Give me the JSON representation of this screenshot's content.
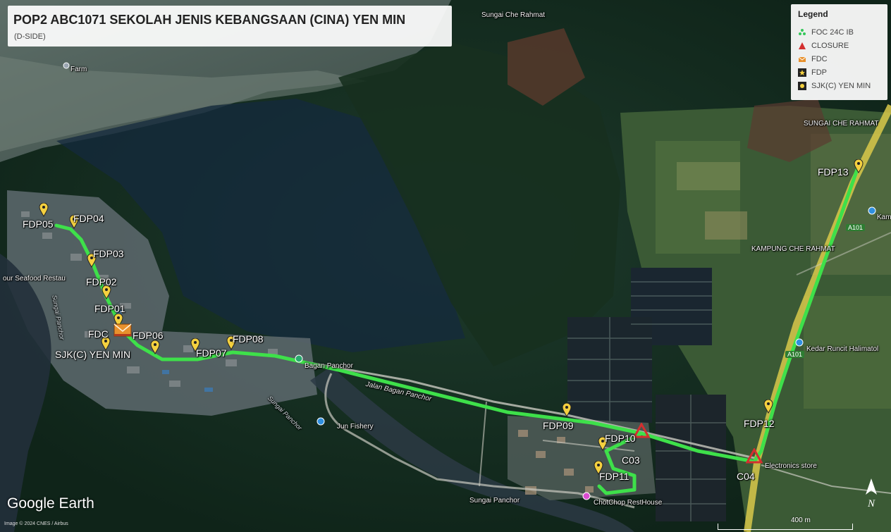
{
  "title": "POP2 ABC1071 SEKOLAH JENIS KEBANGSAAN (CINA) YEN MIN",
  "subtitle": "(D-SIDE)",
  "legend": {
    "heading": "Legend",
    "items": [
      {
        "label": "FOC 24C IB",
        "icon": "cable-icon",
        "color": "#34c759"
      },
      {
        "label": "CLOSURE",
        "icon": "triangle-icon",
        "color": "#d32f2f"
      },
      {
        "label": "FDC",
        "icon": "envelope-icon",
        "color": "#e8912d"
      },
      {
        "label": "FDP",
        "icon": "star-square-icon",
        "color": "#222222"
      },
      {
        "label": "SJK(C) YEN MIN",
        "icon": "dot-square-icon",
        "color": "#222222"
      }
    ]
  },
  "markers": {
    "fdp13": "FDP13",
    "fdp05": "FDP05",
    "fdp04": "FDP04",
    "fdp03": "FDP03",
    "fdp02": "FDP02",
    "fdp01": "FDP01",
    "fdc": "FDC",
    "fdp06": "FDP06",
    "sjk": "SJK(C) YEN MIN",
    "fdp07": "FDP07",
    "fdp08": "FDP08",
    "fdp09": "FDP09",
    "fdp10": "FDP10",
    "c03": "C03",
    "fdp11": "FDP11",
    "fdp12": "FDP12",
    "c04": "C04"
  },
  "places": {
    "sungai_che_rahmat_top": "Sungai Che Rahmat",
    "sungai_che_rahmat_right": "SUNGAI CHE RAHMAT",
    "kampung": "KAMPUNG CHE RAHMAT",
    "seafood": "our Seafood Restau",
    "bagan_panchor": "Bagan Panchor",
    "jalan": "Jalan Bagan Panchor",
    "fishery": "Jun Fishery",
    "sungai_panchor_river": "Sungai Panchor",
    "sungai_panchor_bottom": "Sungai Panchor",
    "electronics": "Electronics store",
    "chotchop": "ChotChop RestHouse",
    "kedar": "Kedar Runcit Halimatol",
    "a101_top": "A101",
    "a101_bottom": "A101",
    "farm": "Farm",
    "kam": "Kam",
    "sungai_panchor_left": "Sungai Panchor"
  },
  "footer": {
    "logo": "Google Earth",
    "credit": "Image © 2024 CNES / Airbus",
    "scale": "400 m",
    "north": "N"
  },
  "colors": {
    "cable": "#3ee04a",
    "closure": "#d32f2f",
    "fdp_pin": "#f4d03f",
    "road_main": "#d9c94a"
  }
}
